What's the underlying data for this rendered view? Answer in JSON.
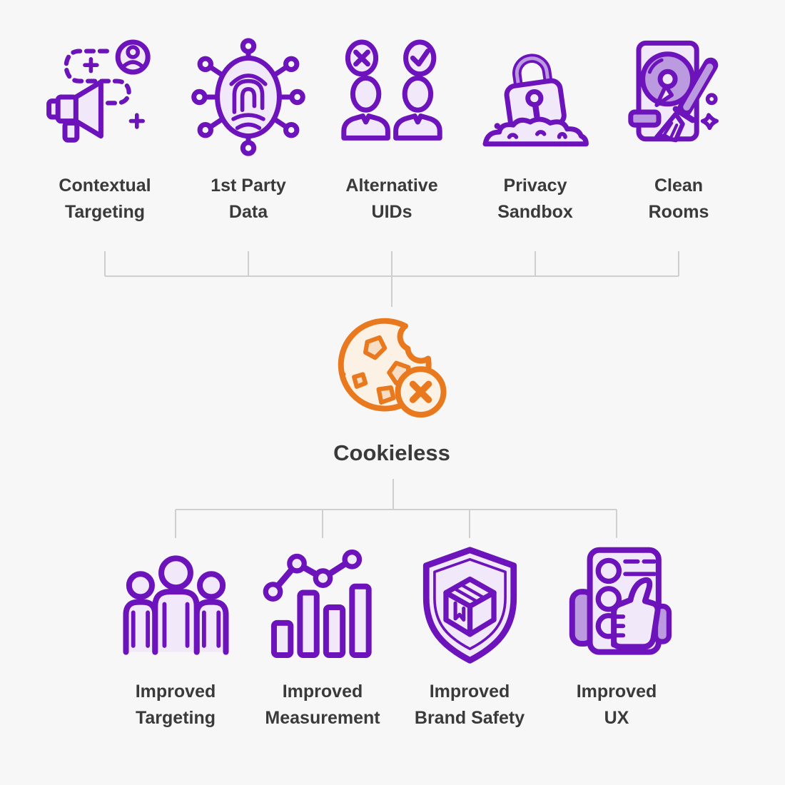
{
  "diagram_title": "Cookieless",
  "colors": {
    "background": "#f7f7f7",
    "purple_stroke": "#6d13bb",
    "purple_fill": "#f1e9f9",
    "purple_mid": "#bb9ae0",
    "orange_stroke": "#e8791e",
    "orange_fill": "#fbf1e4",
    "orange_chip": "#f6ddc3",
    "connector": "#cfcfcf",
    "text": "#3a3a3a"
  },
  "center": {
    "label": "Cookieless",
    "icon": "cookie-bitten-crossed-icon"
  },
  "top_row": {
    "items": [
      {
        "icon": "megaphone-dotted-path-user-icon",
        "line1": "Contextual",
        "line2": "Targeting"
      },
      {
        "icon": "fingerprint-network-icon",
        "line1": "1st Party",
        "line2": "Data"
      },
      {
        "icon": "users-cross-check-icon",
        "line1": "Alternative",
        "line2": "UIDs"
      },
      {
        "icon": "padlock-sandpile-icon",
        "line1": "Privacy",
        "line2": "Sandbox"
      },
      {
        "icon": "harddrive-brush-icon",
        "line1": "Clean",
        "line2": "Rooms"
      }
    ]
  },
  "bottom_row": {
    "items": [
      {
        "icon": "user-group-icon",
        "line1": "Improved",
        "line2": "Targeting"
      },
      {
        "icon": "bar-line-chart-icon",
        "line1": "Improved",
        "line2": "Measurement"
      },
      {
        "icon": "shield-package-icon",
        "line1": "Improved",
        "line2": "Brand Safety"
      },
      {
        "icon": "feedback-thumbs-up-icon",
        "line1": "Improved",
        "line2": "UX"
      }
    ]
  }
}
